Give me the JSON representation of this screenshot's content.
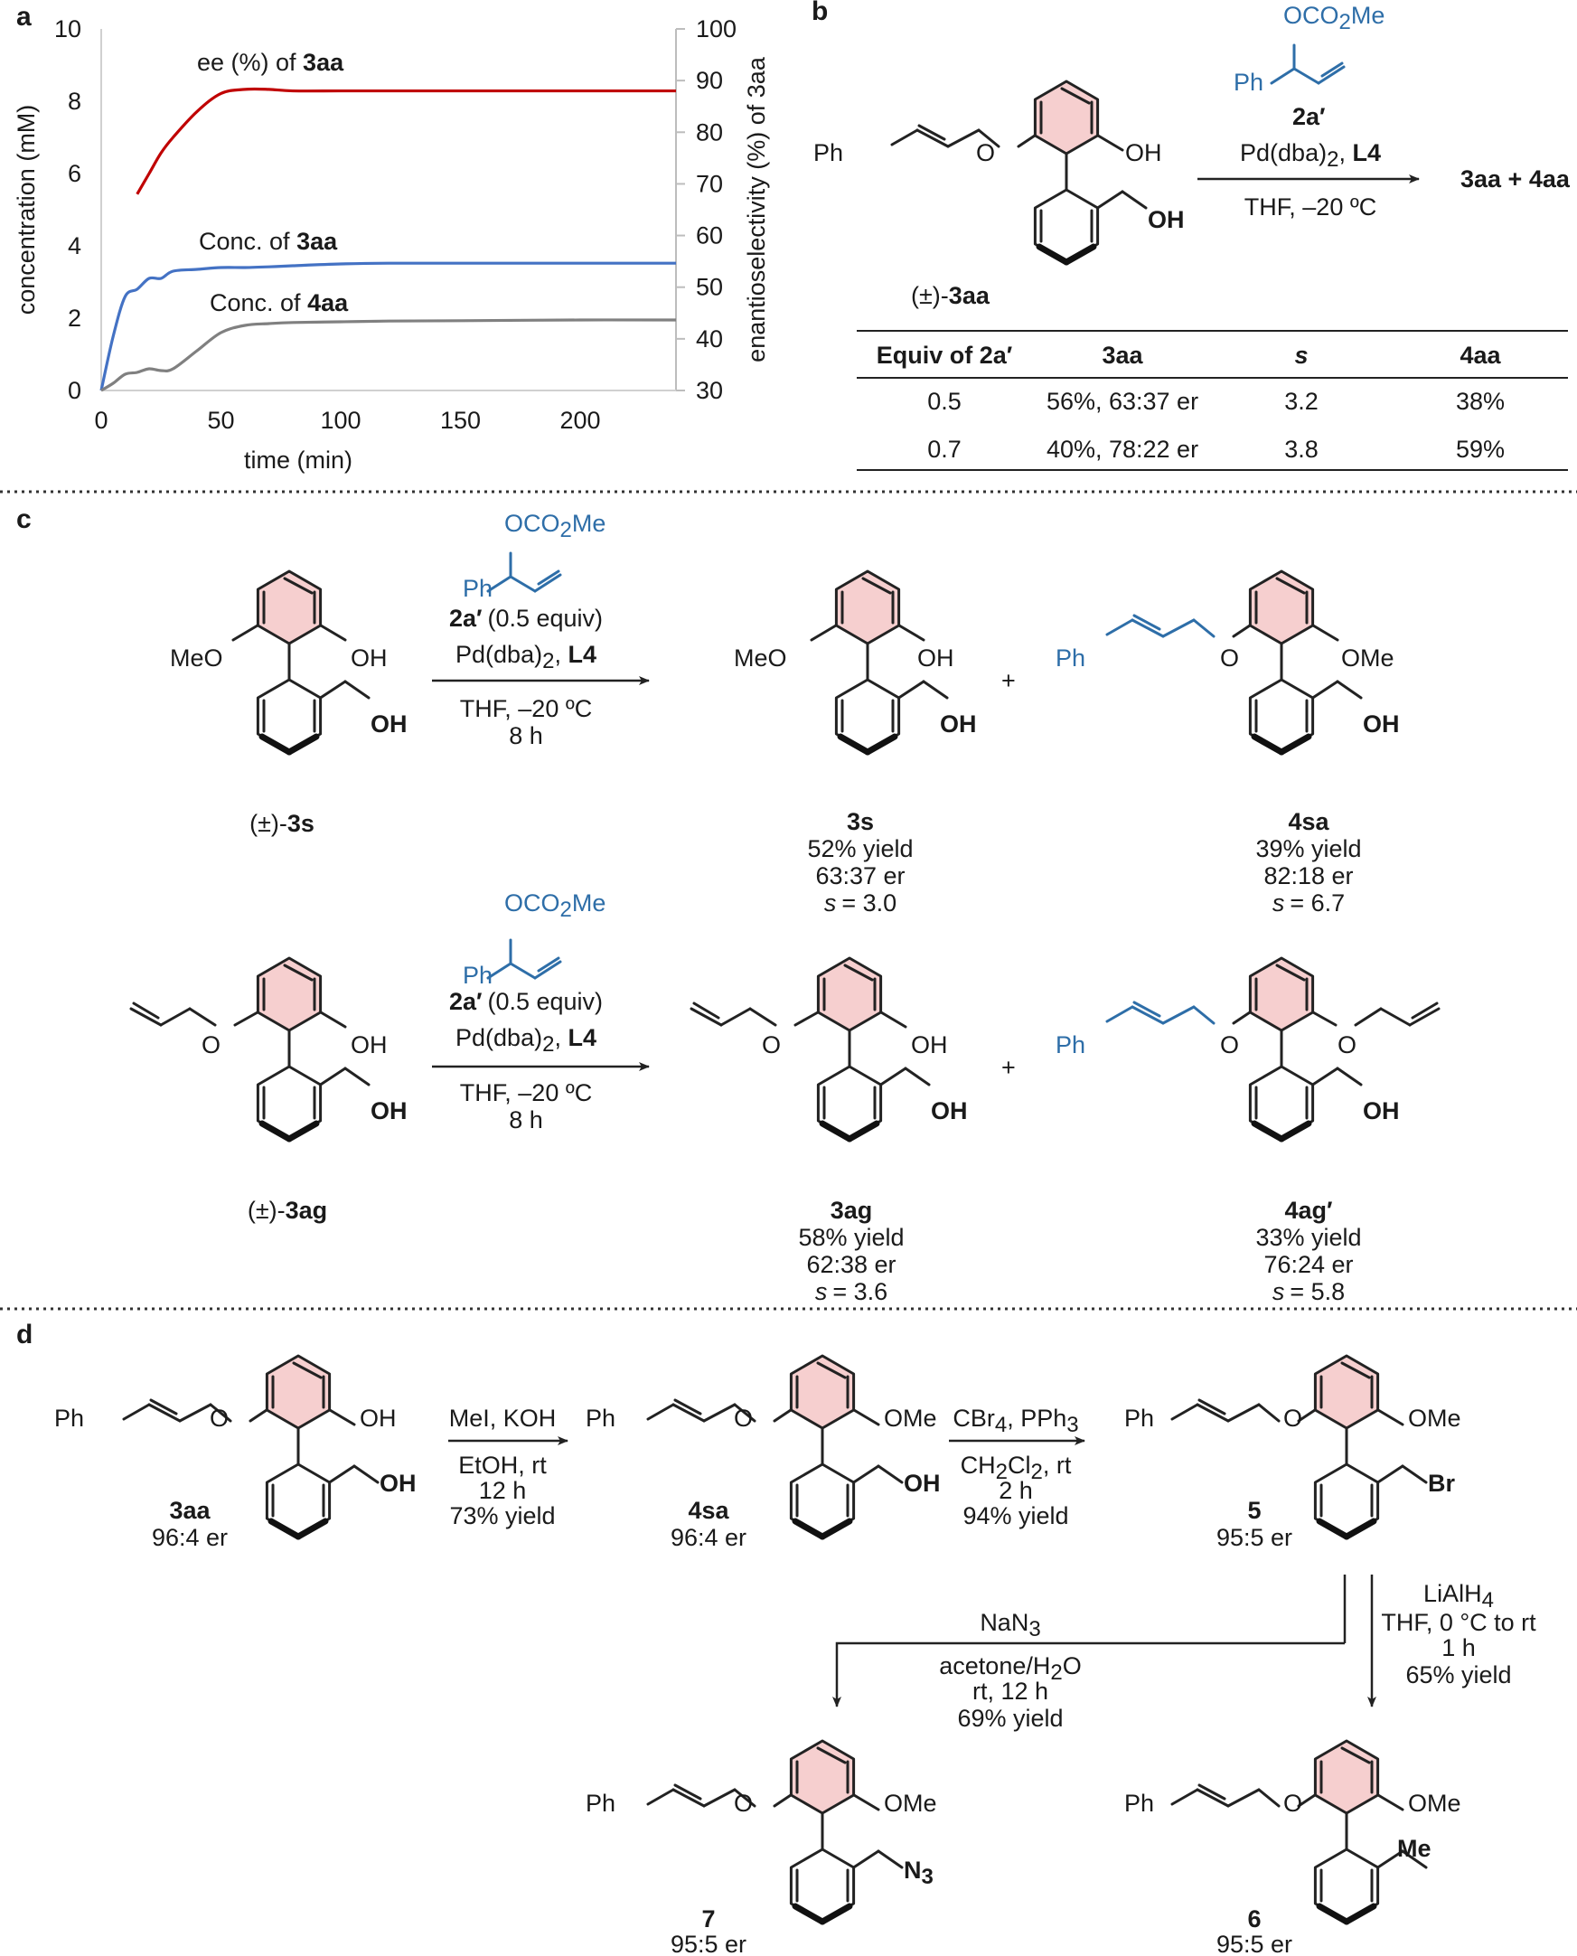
{
  "panels": [
    "a",
    "b",
    "c",
    "d"
  ],
  "chart_data": {
    "type": "line",
    "x": [
      15,
      20,
      25,
      30,
      40,
      50,
      60,
      70,
      80,
      100,
      120,
      150,
      200,
      240
    ],
    "series": [
      {
        "name": "ee (%) of 3aa",
        "color": "#c00000",
        "axis": "right",
        "values": [
          68,
          72,
          76,
          79,
          84,
          87.5,
          88.3,
          88.3,
          88,
          88,
          88,
          88,
          88,
          88
        ]
      },
      {
        "name": "Conc. of 3aa",
        "color": "#4472c4",
        "axis": "left",
        "values": [
          2.8,
          3.1,
          3.1,
          3.3,
          3.35,
          3.4,
          3.4,
          3.42,
          3.45,
          3.5,
          3.52,
          3.52,
          3.52,
          3.52
        ]
      },
      {
        "name": "Conc. of 4aa",
        "color": "#808080",
        "axis": "left",
        "values": [
          0.5,
          0.6,
          0.55,
          0.6,
          1.1,
          1.6,
          1.8,
          1.85,
          1.88,
          1.9,
          1.92,
          1.93,
          1.95,
          1.95
        ]
      }
    ],
    "x0": [
      0,
      5,
      10
    ],
    "y0_conc3": [
      0,
      1.5,
      2.6
    ],
    "y0_conc4": [
      0,
      0.2,
      0.45
    ],
    "xlabel": "time (min)",
    "ylabel": "concentration (mM)",
    "y2label": "enantioselectivity (%) of 3aa",
    "xlim": [
      0,
      240
    ],
    "ylim": [
      0,
      10
    ],
    "y2lim": [
      30,
      100
    ],
    "xticks": [
      "0",
      "50",
      "100",
      "150",
      "200"
    ],
    "yticks": [
      "0",
      "2",
      "4",
      "6",
      "8",
      "10"
    ],
    "y2ticks": [
      "30",
      "40",
      "50",
      "60",
      "70",
      "80",
      "90",
      "100"
    ],
    "annotations": [
      {
        "prefix": "ee (%) of ",
        "bold": "3aa"
      },
      {
        "prefix": "Conc. of ",
        "bold": "3aa"
      },
      {
        "prefix": "Conc. of ",
        "bold": "4aa"
      }
    ],
    "grid": false
  },
  "panel_b": {
    "reagent_oco2me": "OCO",
    "reagent_sub2": "2",
    "reagent_me": "Me",
    "reagent_ph": "Ph",
    "reagent_label": "2a′",
    "cond1_pre": "Pd(dba)",
    "cond1_sub": "2",
    "cond1_sep": ", ",
    "cond1_bold": "L4",
    "cond2": "THF, –20 ºC",
    "products": "3aa + 4aa",
    "substrate_ph": "Ph",
    "substrate_o": "O",
    "substrate_oh": "OH",
    "substrate_boh": "OH",
    "substrate_pre": "(±)-",
    "substrate_label": "3aa",
    "table": {
      "headers": [
        "Equiv of 2a′",
        "3aa",
        "s",
        "4aa"
      ],
      "rows": [
        [
          "0.5",
          "56%, 63:37 er",
          "3.2",
          "38%"
        ],
        [
          "0.7",
          "40%, 78:22 er",
          "3.8",
          "59%"
        ]
      ]
    }
  },
  "panel_c": {
    "row1": {
      "sub_meo": "MeO",
      "sub_oh": "OH",
      "sub_boh": "OH",
      "sub_pre": "(±)-",
      "sub_label": "3s",
      "reagent_equiv": "(0.5 equiv)",
      "cond2": "THF, –20 ºC",
      "cond3": "8 h",
      "plus": "+",
      "p1_meo": "MeO",
      "p1_oh": "OH",
      "p1_boh": "OH",
      "p1_label": "3s",
      "p1_yield": "52% yield",
      "p1_er": "63:37 er",
      "p1_s": "= 3.0",
      "p2_ph": "Ph",
      "p2_o": "O",
      "p2_ome": "OMe",
      "p2_boh": "OH",
      "p2_label": "4sa",
      "p2_yield": "39% yield",
      "p2_er": "82:18 er",
      "p2_s": "= 6.7"
    },
    "row2": {
      "sub_o": "O",
      "sub_oh": "OH",
      "sub_boh": "OH",
      "sub_pre": "(±)-",
      "sub_label": "3ag",
      "reagent_equiv": "(0.5 equiv)",
      "cond2": "THF, –20 ºC",
      "cond3": "8 h",
      "plus": "+",
      "p1_o": "O",
      "p1_oh": "OH",
      "p1_boh": "OH",
      "p1_label": "3ag",
      "p1_yield": "58% yield",
      "p1_er": "62:38 er",
      "p1_s": "= 3.6",
      "p2_ph": "Ph",
      "p2_o1": "O",
      "p2_o2": "O",
      "p2_boh": "OH",
      "p2_label": "4ag′",
      "p2_yield": "33% yield",
      "p2_er": "76:24 er",
      "p2_s": "= 5.8"
    },
    "s_italic": "s"
  },
  "panel_d": {
    "s1_ph": "Ph",
    "s1_o": "O",
    "s1_oh": "OH",
    "s1_boh": "OH",
    "s1_label": "3aa",
    "s1_er": "96:4 er",
    "step1": [
      "MeI, KOH",
      "EtOH, rt",
      "12 h",
      "73% yield"
    ],
    "s2_ph": "Ph",
    "s2_o": "O",
    "s2_ome": "OMe",
    "s2_boh": "OH",
    "s2_label": "4sa",
    "s2_er": "96:4 er",
    "step2_l1a": "CBr",
    "step2_l1b": "4",
    "step2_l1c": ", PPh",
    "step2_l1d": "3",
    "step2_l2a": "CH",
    "step2_l2b": "2",
    "step2_l2c": "Cl",
    "step2_l2d": "2",
    "step2_l2e": ", rt",
    "step2_l3": "2 h",
    "step2_l4": "94% yield",
    "s3_ph": "Ph",
    "s3_o": "O",
    "s3_ome": "OMe",
    "s3_br": "Br",
    "s3_label": "5",
    "s3_er": "95:5 er",
    "step3_l1a": "LiAlH",
    "step3_l1b": "4",
    "step3_l2": "THF, 0 °C to rt",
    "step3_l3": "1 h",
    "step3_l4": "65% yield",
    "step4_l1a": "NaN",
    "step4_l1b": "3",
    "step4_l2": "acetone/H",
    "step4_l2b": "2",
    "step4_l2c": "O",
    "step4_l3": "rt, 12 h",
    "step4_l4": "69% yield",
    "s4_ph": "Ph",
    "s4_o": "O",
    "s4_ome": "OMe",
    "s4_n": "N",
    "s4_nsub": "3",
    "s4_label": "7",
    "s4_er": "95:5 er",
    "s5_ph": "Ph",
    "s5_o": "O",
    "s5_ome": "OMe",
    "s5_me": "Me",
    "s5_label": "6",
    "s5_er": "95:5 er"
  }
}
